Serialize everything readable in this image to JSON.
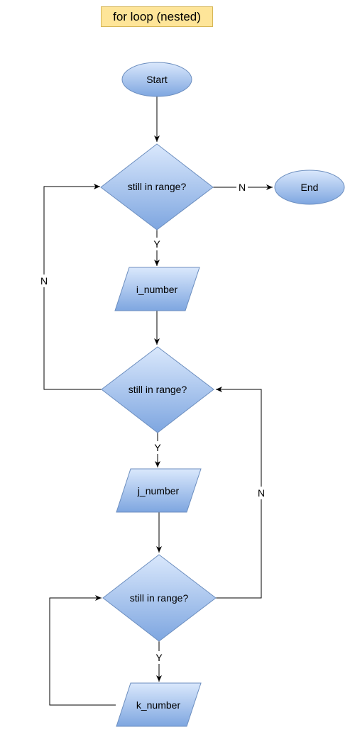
{
  "title": "for loop (nested)",
  "nodes": {
    "start": "Start",
    "end": "End",
    "decision_i": "still in range?",
    "decision_j": "still in range?",
    "decision_k": "still in range?",
    "io_i": "i_number",
    "io_j": "j_number",
    "io_k": "k_number"
  },
  "edge_labels": {
    "i_no_to_end": "N",
    "i_yes": "Y",
    "j_no_back": "N",
    "j_yes": "Y",
    "k_no_back": "N",
    "k_yes": "Y"
  },
  "colors": {
    "shape_fill_top": "#dae8fc",
    "shape_fill_bottom": "#7ea6e0",
    "shape_stroke": "#6c8ebf",
    "title_fill": "#fee599",
    "title_stroke": "#d6b656"
  }
}
